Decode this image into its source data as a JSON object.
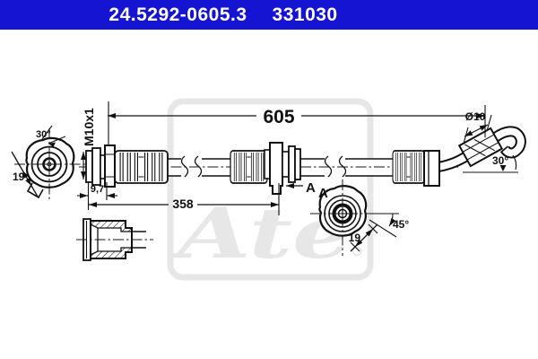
{
  "header": {
    "part_number": "24.5292-0605.3",
    "reference_number": "331030"
  },
  "drawing": {
    "dims": {
      "overall_length": "605",
      "mount_length": "358",
      "thread": "M10x1",
      "fitting_length": "9,7",
      "left_angle": "30°",
      "left_width": "19",
      "pipe_diameter": "Ø10",
      "right_angle": "30°",
      "section_width": "19",
      "section_angle": "45°"
    },
    "labels": {
      "section_arrow": "A",
      "section_view": "A"
    },
    "watermark": {
      "text": "Ate"
    }
  },
  "colors": {
    "header_background": "#1414d2",
    "header_text": "#ffffff",
    "line_color": "#111111",
    "watermark_color": "#e7e7e7",
    "background": "#ffffff"
  }
}
